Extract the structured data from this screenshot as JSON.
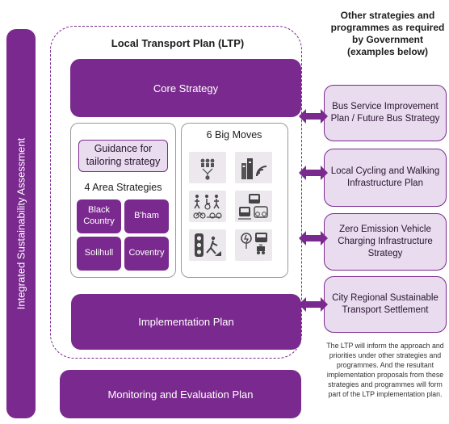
{
  "side_bar": {
    "label": "Integrated Sustainability Assessment"
  },
  "ltp": {
    "title": "Local Transport Plan (LTP)",
    "core_strategy": "Core Strategy",
    "guidance": "Guidance for tailoring strategy",
    "area_strategies": {
      "title": "4 Area Strategies",
      "areas": [
        "Black Country",
        "B'ham",
        "Solihull",
        "Coventry"
      ]
    },
    "big_moves": {
      "title": "6 Big Moves",
      "icons": [
        "people-network-icon",
        "city-wifi-icon",
        "walking-cycling-icon",
        "tram-bus-bike-icon",
        "traffic-light-icon",
        "ev-charging-icon"
      ]
    },
    "implementation": "Implementation Plan"
  },
  "monitoring": "Monitoring and Evaluation Plan",
  "other": {
    "title": "Other strategies and programmes as required by Government (examples below)",
    "items": [
      "Bus Service Improvement Plan / Future Bus Strategy",
      "Local Cycling and Walking Infrastructure Plan",
      "Zero Emission Vehicle Charging Infrastructure Strategy",
      "City Regional Sustainable Transport Settlement"
    ],
    "footnote": "The LTP will inform the approach and priorities under other strategies and programmes. And the resultant implementation proposals from these strategies and programmes will form part of the LTP implementation plan."
  },
  "colors": {
    "primary": "#7a2a8e",
    "light": "#e9dcef",
    "tile": "#ece8ee"
  }
}
